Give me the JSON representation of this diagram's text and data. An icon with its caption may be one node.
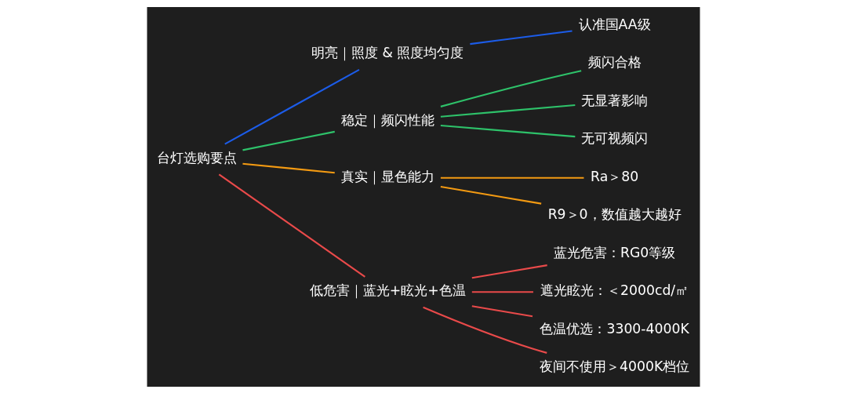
{
  "diagram": {
    "nodes": [
      {
        "text": [
          "台灯选购要点"
        ]
      },
      {
        "text": [
          "明亮｜照度 & 照度均匀度"
        ]
      },
      {
        "text": [
          "认准国AA级"
        ]
      },
      {
        "text": [
          "稳定｜频闪性能"
        ]
      },
      {
        "text": [
          "频闪合格"
        ]
      },
      {
        "text": [
          "无显著影响"
        ]
      },
      {
        "text": [
          "无可视频闪"
        ]
      },
      {
        "text": [
          "真实｜显色能力"
        ]
      },
      {
        "text": [
          "Ra＞80"
        ]
      },
      {
        "text": [
          "R9＞0，数值越大越好"
        ]
      },
      {
        "text": [
          "低危害｜蓝光+眩光+色温"
        ]
      },
      {
        "text": [
          "蓝光危害：RG0等级"
        ]
      },
      {
        "text": [
          "遮光眩光：＜2000cd/㎡"
        ]
      },
      {
        "text": [
          "色温优选：3300-4000K"
        ]
      },
      {
        "text": [
          "夜间不使用＞4000K档位"
        ]
      }
    ],
    "edges": [
      {
        "from": 0,
        "to": 1,
        "arrow": "none",
        "color": "#1c5ce8"
      },
      {
        "from": 1,
        "to": 2,
        "arrow": "none",
        "color": "#1c5ce8"
      },
      {
        "from": 0,
        "to": 3,
        "arrow": "none",
        "color": "#2ec26a"
      },
      {
        "from": 3,
        "to": 4,
        "arrow": "none",
        "color": "#2ec26a"
      },
      {
        "from": 3,
        "to": 5,
        "arrow": "none",
        "color": "#2ec26a"
      },
      {
        "from": 3,
        "to": 6,
        "arrow": "none",
        "color": "#2ec26a"
      },
      {
        "from": 0,
        "to": 7,
        "arrow": "none",
        "color": "#f39a12"
      },
      {
        "from": 7,
        "to": 8,
        "arrow": "none",
        "color": "#f39a12"
      },
      {
        "from": 7,
        "to": 9,
        "arrow": "none",
        "color": "#f39a12"
      },
      {
        "from": 0,
        "to": 10,
        "arrow": "none",
        "color": "#e94a4a"
      },
      {
        "from": 10,
        "to": 11,
        "arrow": "none",
        "color": "#e94a4a"
      },
      {
        "from": 10,
        "to": 12,
        "arrow": "none",
        "color": "#e94a4a"
      },
      {
        "from": 10,
        "to": 13,
        "arrow": "none",
        "color": "#e94a4a"
      },
      {
        "from": 10,
        "to": 14,
        "arrow": "none",
        "color": "#e94a4a"
      }
    ]
  }
}
